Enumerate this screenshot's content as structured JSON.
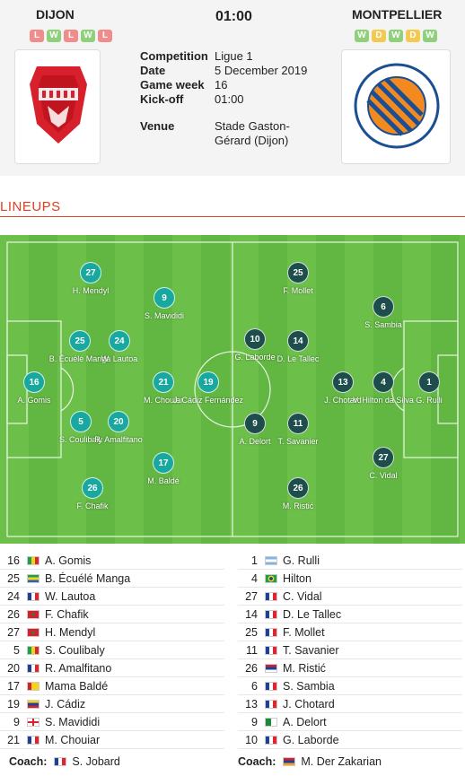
{
  "match": {
    "home_team": "DIJON",
    "away_team": "MONTPELLIER",
    "time": "01:00",
    "home_form": [
      "L",
      "W",
      "L",
      "W",
      "L"
    ],
    "away_form": [
      "W",
      "D",
      "W",
      "D",
      "W"
    ],
    "colors": {
      "L": "#f08c8c",
      "W": "#8fd07a",
      "D": "#f4c94f"
    }
  },
  "info": [
    {
      "label": "Competition",
      "value": "Ligue 1"
    },
    {
      "label": "Date",
      "value": "5 December 2019"
    },
    {
      "label": "Game week",
      "value": "16"
    },
    {
      "label": "Kick-off",
      "value": "01:00"
    },
    {
      "label": "Venue",
      "value": "Stade Gaston-Gérard (Dijon)"
    }
  ],
  "lineups_title": "LINEUPS",
  "pitch": {
    "home_color": "#18a8a0",
    "away_color": "#1d4e4c",
    "home_players": [
      {
        "num": "27",
        "name": "H. Mendyl"
      },
      {
        "num": "9",
        "name": "S. Mavididi"
      },
      {
        "num": "25",
        "name": "B. Écuélé Manga"
      },
      {
        "num": "24",
        "name": "W. Lautoa"
      },
      {
        "num": "16",
        "name": "A. Gomis"
      },
      {
        "num": "21",
        "name": "M. Chouiar"
      },
      {
        "num": "19",
        "name": "J. Cádiz Fernández"
      },
      {
        "num": "5",
        "name": "S. Coulibaly"
      },
      {
        "num": "20",
        "name": "R. Amalfitano"
      },
      {
        "num": "17",
        "name": "M. Baldé"
      },
      {
        "num": "26",
        "name": "F. Chafik"
      }
    ],
    "away_players": [
      {
        "num": "25",
        "name": "F. Mollet"
      },
      {
        "num": "6",
        "name": "S. Sambia"
      },
      {
        "num": "10",
        "name": "G. Laborde"
      },
      {
        "num": "14",
        "name": "D. Le Tallec"
      },
      {
        "num": "13",
        "name": "J. Chotard"
      },
      {
        "num": "4",
        "name": "V. Hilton da Silva"
      },
      {
        "num": "1",
        "name": "G. Rulli"
      },
      {
        "num": "9",
        "name": "A. Delort"
      },
      {
        "num": "11",
        "name": "T. Savanier"
      },
      {
        "num": "27",
        "name": "C. Vidal"
      },
      {
        "num": "26",
        "name": "M. Ristić"
      }
    ]
  },
  "roster": {
    "home": [
      {
        "num": "16",
        "name": "A. Gomis",
        "flag": "senegal-flag"
      },
      {
        "num": "25",
        "name": "B. Écuélé Manga",
        "flag": "gabon-flag"
      },
      {
        "num": "24",
        "name": "W. Lautoa",
        "flag": "france-flag"
      },
      {
        "num": "26",
        "name": "F. Chafik",
        "flag": "morocco-flag"
      },
      {
        "num": "27",
        "name": "H. Mendyl",
        "flag": "morocco-flag"
      },
      {
        "num": "5",
        "name": "S. Coulibaly",
        "flag": "mali-flag"
      },
      {
        "num": "20",
        "name": "R. Amalfitano",
        "flag": "france-flag"
      },
      {
        "num": "17",
        "name": "Mama Baldé",
        "flag": "guinea-bissau-flag"
      },
      {
        "num": "19",
        "name": "J. Cádiz",
        "flag": "venezuela-flag"
      },
      {
        "num": "9",
        "name": "S. Mavididi",
        "flag": "england-flag"
      },
      {
        "num": "21",
        "name": "M. Chouiar",
        "flag": "france-flag"
      }
    ],
    "away": [
      {
        "num": "1",
        "name": "G. Rulli",
        "flag": "argentina-flag"
      },
      {
        "num": "4",
        "name": "Hilton",
        "flag": "brazil-flag"
      },
      {
        "num": "27",
        "name": "C. Vidal",
        "flag": "france-flag"
      },
      {
        "num": "14",
        "name": "D. Le Tallec",
        "flag": "france-flag"
      },
      {
        "num": "25",
        "name": "F. Mollet",
        "flag": "france-flag"
      },
      {
        "num": "11",
        "name": "T. Savanier",
        "flag": "france-flag"
      },
      {
        "num": "26",
        "name": "M. Ristić",
        "flag": "serbia-flag"
      },
      {
        "num": "6",
        "name": "S. Sambia",
        "flag": "france-flag"
      },
      {
        "num": "13",
        "name": "J. Chotard",
        "flag": "france-flag"
      },
      {
        "num": "9",
        "name": "A. Delort",
        "flag": "algeria-flag"
      },
      {
        "num": "10",
        "name": "G. Laborde",
        "flag": "france-flag"
      }
    ]
  },
  "coaches": {
    "label": "Coach:",
    "home": {
      "name": "S. Jobard",
      "flag": "france-flag"
    },
    "away": {
      "name": "M. Der Zakarian",
      "flag": "armenia-flag"
    }
  }
}
